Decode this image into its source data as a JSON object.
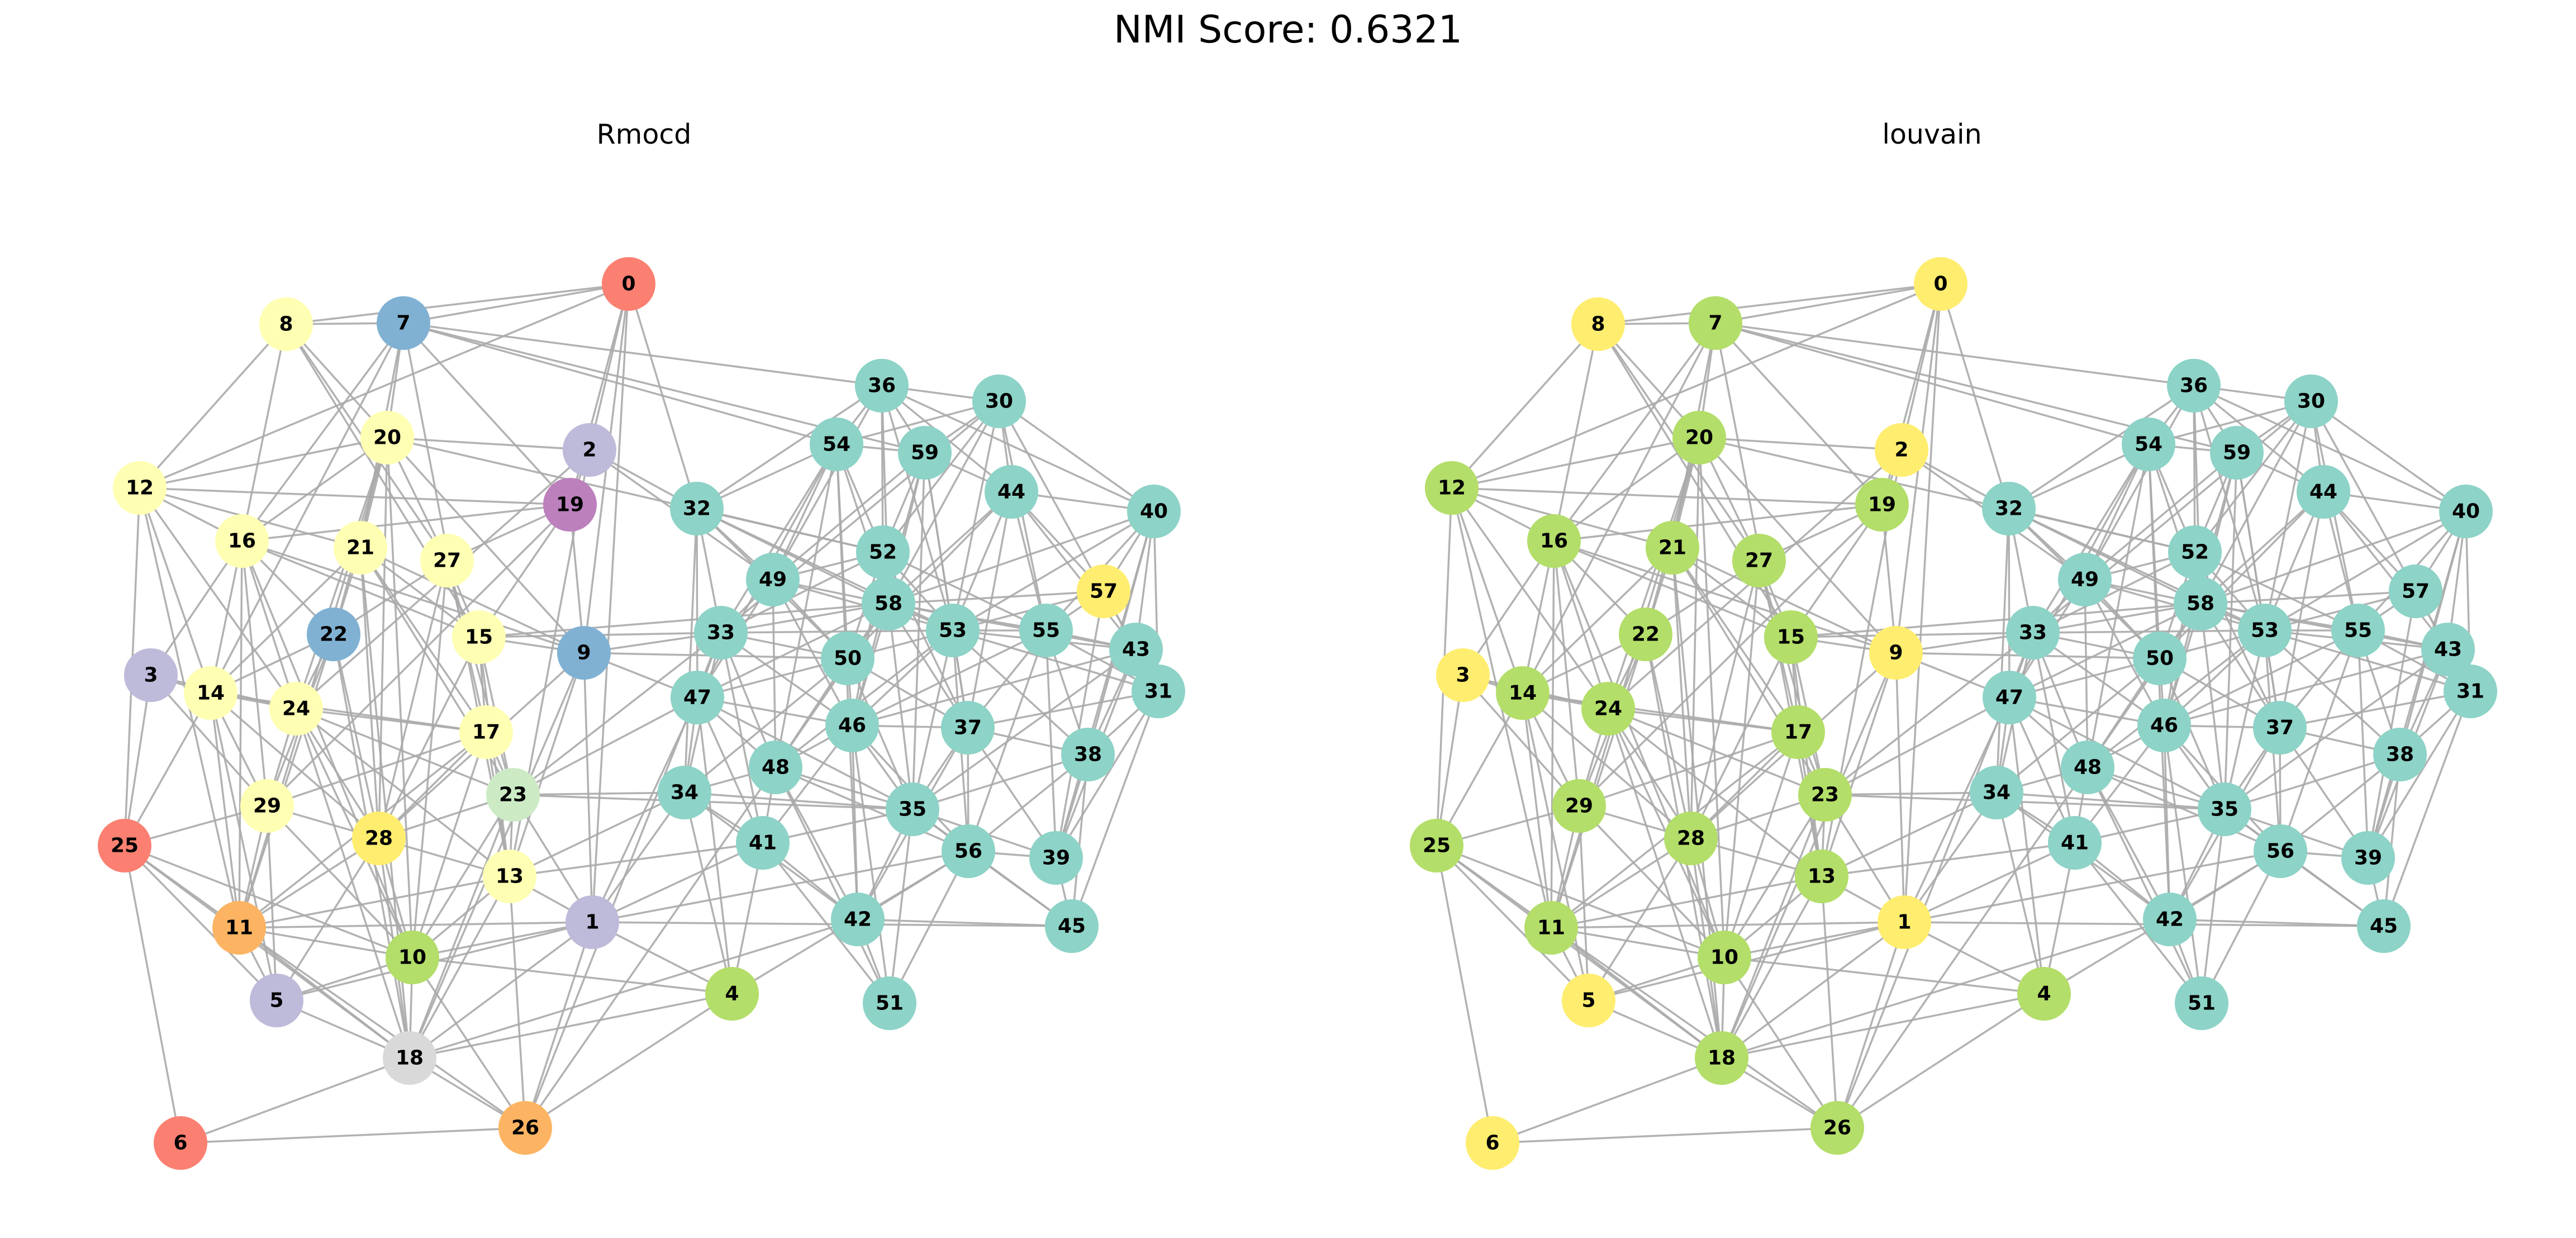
{
  "title": "NMI Score: 0.6321",
  "panels": [
    {
      "title": "Rmocd"
    },
    {
      "title": "louvain"
    }
  ],
  "palette": {
    "teal": "#8dd3c7",
    "light_yellow": "#ffffb3",
    "lavender": "#bebada",
    "salmon": "#fb8072",
    "steel_blue": "#80b1d3",
    "orange": "#fdb462",
    "lime": "#b3de69",
    "gray": "#d9d9d9",
    "purple": "#bc80bd",
    "mint": "#ccebc5",
    "yellow": "#ffed6f",
    "edge": "#aaaaaa"
  },
  "nodes": [
    {
      "id": "0",
      "rmocd": "#fb8072",
      "louvain": "#ffed6f"
    },
    {
      "id": "1",
      "rmocd": "#bebada",
      "louvain": "#ffed6f"
    },
    {
      "id": "2",
      "rmocd": "#bebada",
      "louvain": "#ffed6f"
    },
    {
      "id": "3",
      "rmocd": "#bebada",
      "louvain": "#ffed6f"
    },
    {
      "id": "4",
      "rmocd": "#b3de69",
      "louvain": "#b3de69"
    },
    {
      "id": "5",
      "rmocd": "#bebada",
      "louvain": "#ffed6f"
    },
    {
      "id": "6",
      "rmocd": "#fb8072",
      "louvain": "#ffed6f"
    },
    {
      "id": "7",
      "rmocd": "#80b1d3",
      "louvain": "#b3de69"
    },
    {
      "id": "8",
      "rmocd": "#ffffb3",
      "louvain": "#ffed6f"
    },
    {
      "id": "9",
      "rmocd": "#80b1d3",
      "louvain": "#ffed6f"
    },
    {
      "id": "10",
      "rmocd": "#b3de69",
      "louvain": "#b3de69"
    },
    {
      "id": "11",
      "rmocd": "#fdb462",
      "louvain": "#b3de69"
    },
    {
      "id": "12",
      "rmocd": "#ffffb3",
      "louvain": "#b3de69"
    },
    {
      "id": "13",
      "rmocd": "#ffffb3",
      "louvain": "#b3de69"
    },
    {
      "id": "14",
      "rmocd": "#ffffb3",
      "louvain": "#b3de69"
    },
    {
      "id": "15",
      "rmocd": "#ffffb3",
      "louvain": "#b3de69"
    },
    {
      "id": "16",
      "rmocd": "#ffffb3",
      "louvain": "#b3de69"
    },
    {
      "id": "17",
      "rmocd": "#ffffb3",
      "louvain": "#b3de69"
    },
    {
      "id": "18",
      "rmocd": "#d9d9d9",
      "louvain": "#b3de69"
    },
    {
      "id": "19",
      "rmocd": "#bc80bd",
      "louvain": "#b3de69"
    },
    {
      "id": "20",
      "rmocd": "#ffffb3",
      "louvain": "#b3de69"
    },
    {
      "id": "21",
      "rmocd": "#ffffb3",
      "louvain": "#b3de69"
    },
    {
      "id": "22",
      "rmocd": "#80b1d3",
      "louvain": "#b3de69"
    },
    {
      "id": "23",
      "rmocd": "#ccebc5",
      "louvain": "#b3de69"
    },
    {
      "id": "24",
      "rmocd": "#ffffb3",
      "louvain": "#b3de69"
    },
    {
      "id": "25",
      "rmocd": "#fb8072",
      "louvain": "#b3de69"
    },
    {
      "id": "26",
      "rmocd": "#fdb462",
      "louvain": "#b3de69"
    },
    {
      "id": "27",
      "rmocd": "#ffffb3",
      "louvain": "#b3de69"
    },
    {
      "id": "28",
      "rmocd": "#ffed6f",
      "louvain": "#b3de69"
    },
    {
      "id": "29",
      "rmocd": "#ffffb3",
      "louvain": "#b3de69"
    },
    {
      "id": "30",
      "rmocd": "#8dd3c7",
      "louvain": "#8dd3c7"
    },
    {
      "id": "31",
      "rmocd": "#8dd3c7",
      "louvain": "#8dd3c7"
    },
    {
      "id": "32",
      "rmocd": "#8dd3c7",
      "louvain": "#8dd3c7"
    },
    {
      "id": "33",
      "rmocd": "#8dd3c7",
      "louvain": "#8dd3c7"
    },
    {
      "id": "34",
      "rmocd": "#8dd3c7",
      "louvain": "#8dd3c7"
    },
    {
      "id": "35",
      "rmocd": "#8dd3c7",
      "louvain": "#8dd3c7"
    },
    {
      "id": "36",
      "rmocd": "#8dd3c7",
      "louvain": "#8dd3c7"
    },
    {
      "id": "37",
      "rmocd": "#8dd3c7",
      "louvain": "#8dd3c7"
    },
    {
      "id": "38",
      "rmocd": "#8dd3c7",
      "louvain": "#8dd3c7"
    },
    {
      "id": "39",
      "rmocd": "#8dd3c7",
      "louvain": "#8dd3c7"
    },
    {
      "id": "40",
      "rmocd": "#8dd3c7",
      "louvain": "#8dd3c7"
    },
    {
      "id": "41",
      "rmocd": "#8dd3c7",
      "louvain": "#8dd3c7"
    },
    {
      "id": "42",
      "rmocd": "#8dd3c7",
      "louvain": "#8dd3c7"
    },
    {
      "id": "43",
      "rmocd": "#8dd3c7",
      "louvain": "#8dd3c7"
    },
    {
      "id": "44",
      "rmocd": "#8dd3c7",
      "louvain": "#8dd3c7"
    },
    {
      "id": "45",
      "rmocd": "#8dd3c7",
      "louvain": "#8dd3c7"
    },
    {
      "id": "46",
      "rmocd": "#8dd3c7",
      "louvain": "#8dd3c7"
    },
    {
      "id": "47",
      "rmocd": "#8dd3c7",
      "louvain": "#8dd3c7"
    },
    {
      "id": "48",
      "rmocd": "#8dd3c7",
      "louvain": "#8dd3c7"
    },
    {
      "id": "49",
      "rmocd": "#8dd3c7",
      "louvain": "#8dd3c7"
    },
    {
      "id": "50",
      "rmocd": "#8dd3c7",
      "louvain": "#8dd3c7"
    },
    {
      "id": "51",
      "rmocd": "#8dd3c7",
      "louvain": "#8dd3c7"
    },
    {
      "id": "52",
      "rmocd": "#8dd3c7",
      "louvain": "#8dd3c7"
    },
    {
      "id": "53",
      "rmocd": "#8dd3c7",
      "louvain": "#8dd3c7"
    },
    {
      "id": "54",
      "rmocd": "#8dd3c7",
      "louvain": "#8dd3c7"
    },
    {
      "id": "55",
      "rmocd": "#8dd3c7",
      "louvain": "#8dd3c7"
    },
    {
      "id": "56",
      "rmocd": "#8dd3c7",
      "louvain": "#8dd3c7"
    },
    {
      "id": "57",
      "rmocd": "#ffed6f",
      "louvain": "#8dd3c7"
    },
    {
      "id": "58",
      "rmocd": "#8dd3c7",
      "louvain": "#8dd3c7"
    },
    {
      "id": "59",
      "rmocd": "#8dd3c7",
      "louvain": "#8dd3c7"
    }
  ],
  "edges": [
    [
      "0",
      "8"
    ],
    [
      "0",
      "7"
    ],
    [
      "0",
      "2"
    ],
    [
      "0",
      "19"
    ],
    [
      "0",
      "9"
    ],
    [
      "0",
      "12"
    ],
    [
      "0",
      "1"
    ],
    [
      "0",
      "32"
    ],
    [
      "8",
      "7"
    ],
    [
      "8",
      "12"
    ],
    [
      "8",
      "16"
    ],
    [
      "8",
      "15"
    ],
    [
      "8",
      "9"
    ],
    [
      "8",
      "27"
    ],
    [
      "7",
      "20"
    ],
    [
      "7",
      "21"
    ],
    [
      "7",
      "19"
    ],
    [
      "7",
      "36"
    ],
    [
      "7",
      "54"
    ],
    [
      "7",
      "16"
    ],
    [
      "7",
      "14"
    ],
    [
      "7",
      "13"
    ],
    [
      "7",
      "59"
    ],
    [
      "2",
      "20"
    ],
    [
      "2",
      "19"
    ],
    [
      "2",
      "24"
    ],
    [
      "2",
      "32"
    ],
    [
      "2",
      "13"
    ],
    [
      "2",
      "49"
    ],
    [
      "19",
      "16"
    ],
    [
      "19",
      "15"
    ],
    [
      "19",
      "9"
    ],
    [
      "19",
      "29"
    ],
    [
      "19",
      "12"
    ],
    [
      "19",
      "27"
    ],
    [
      "20",
      "16"
    ],
    [
      "20",
      "21"
    ],
    [
      "20",
      "27"
    ],
    [
      "20",
      "22"
    ],
    [
      "20",
      "28"
    ],
    [
      "20",
      "10"
    ],
    [
      "20",
      "52"
    ],
    [
      "20",
      "11"
    ],
    [
      "20",
      "12"
    ],
    [
      "20",
      "24"
    ],
    [
      "12",
      "16"
    ],
    [
      "12",
      "14"
    ],
    [
      "12",
      "21"
    ],
    [
      "12",
      "25"
    ],
    [
      "12",
      "11"
    ],
    [
      "12",
      "24"
    ],
    [
      "16",
      "14"
    ],
    [
      "16",
      "24"
    ],
    [
      "16",
      "29"
    ],
    [
      "16",
      "22"
    ],
    [
      "16",
      "15"
    ],
    [
      "16",
      "11"
    ],
    [
      "16",
      "10"
    ],
    [
      "16",
      "3"
    ],
    [
      "16",
      "9"
    ],
    [
      "21",
      "22"
    ],
    [
      "21",
      "23"
    ],
    [
      "21",
      "18"
    ],
    [
      "21",
      "28"
    ],
    [
      "21",
      "14"
    ],
    [
      "21",
      "15"
    ],
    [
      "21",
      "9"
    ],
    [
      "21",
      "17"
    ],
    [
      "27",
      "15"
    ],
    [
      "27",
      "17"
    ],
    [
      "27",
      "23"
    ],
    [
      "27",
      "10"
    ],
    [
      "27",
      "28"
    ],
    [
      "27",
      "22"
    ],
    [
      "22",
      "24"
    ],
    [
      "22",
      "28"
    ],
    [
      "22",
      "18"
    ],
    [
      "22",
      "29"
    ],
    [
      "22",
      "14"
    ],
    [
      "22",
      "11"
    ],
    [
      "3",
      "14"
    ],
    [
      "3",
      "24"
    ],
    [
      "3",
      "25"
    ],
    [
      "3",
      "29"
    ],
    [
      "14",
      "24"
    ],
    [
      "14",
      "29"
    ],
    [
      "14",
      "11"
    ],
    [
      "14",
      "28"
    ],
    [
      "14",
      "17"
    ],
    [
      "14",
      "5"
    ],
    [
      "14",
      "25"
    ],
    [
      "24",
      "28"
    ],
    [
      "24",
      "29"
    ],
    [
      "24",
      "10"
    ],
    [
      "24",
      "17"
    ],
    [
      "24",
      "13"
    ],
    [
      "24",
      "18"
    ],
    [
      "24",
      "23"
    ],
    [
      "15",
      "17"
    ],
    [
      "15",
      "9"
    ],
    [
      "15",
      "13"
    ],
    [
      "15",
      "23"
    ],
    [
      "15",
      "28"
    ],
    [
      "15",
      "33"
    ],
    [
      "15",
      "58"
    ],
    [
      "17",
      "13"
    ],
    [
      "17",
      "23"
    ],
    [
      "17",
      "10"
    ],
    [
      "17",
      "11"
    ],
    [
      "17",
      "29"
    ],
    [
      "17",
      "28"
    ],
    [
      "9",
      "1"
    ],
    [
      "9",
      "13"
    ],
    [
      "9",
      "33"
    ],
    [
      "9",
      "47"
    ],
    [
      "9",
      "50"
    ],
    [
      "9",
      "18"
    ],
    [
      "9",
      "28"
    ],
    [
      "29",
      "11"
    ],
    [
      "29",
      "28"
    ],
    [
      "29",
      "5"
    ],
    [
      "29",
      "10"
    ],
    [
      "29",
      "25"
    ],
    [
      "28",
      "11"
    ],
    [
      "28",
      "10"
    ],
    [
      "28",
      "18"
    ],
    [
      "28",
      "13"
    ],
    [
      "28",
      "5"
    ],
    [
      "28",
      "23"
    ],
    [
      "23",
      "13"
    ],
    [
      "23",
      "10"
    ],
    [
      "23",
      "18"
    ],
    [
      "23",
      "34"
    ],
    [
      "23",
      "47"
    ],
    [
      "23",
      "33"
    ],
    [
      "23",
      "35"
    ],
    [
      "23",
      "1"
    ],
    [
      "13",
      "10"
    ],
    [
      "13",
      "1"
    ],
    [
      "13",
      "18"
    ],
    [
      "13",
      "11"
    ],
    [
      "13",
      "34"
    ],
    [
      "13",
      "41"
    ],
    [
      "13",
      "26"
    ],
    [
      "25",
      "11"
    ],
    [
      "25",
      "5"
    ],
    [
      "25",
      "6"
    ],
    [
      "25",
      "18"
    ],
    [
      "25",
      "10"
    ],
    [
      "11",
      "10"
    ],
    [
      "11",
      "5"
    ],
    [
      "11",
      "18"
    ],
    [
      "11",
      "26"
    ],
    [
      "11",
      "1"
    ],
    [
      "10",
      "18"
    ],
    [
      "10",
      "5"
    ],
    [
      "10",
      "1"
    ],
    [
      "10",
      "4"
    ],
    [
      "10",
      "26"
    ],
    [
      "5",
      "18"
    ],
    [
      "5",
      "1"
    ],
    [
      "18",
      "26"
    ],
    [
      "18",
      "6"
    ],
    [
      "18",
      "4"
    ],
    [
      "18",
      "42"
    ],
    [
      "18",
      "1"
    ],
    [
      "6",
      "26"
    ],
    [
      "26",
      "1"
    ],
    [
      "26",
      "33"
    ],
    [
      "26",
      "4"
    ],
    [
      "26",
      "48"
    ],
    [
      "1",
      "47"
    ],
    [
      "1",
      "34"
    ],
    [
      "1",
      "41"
    ],
    [
      "1",
      "4"
    ],
    [
      "1",
      "56"
    ],
    [
      "1",
      "45"
    ],
    [
      "4",
      "34"
    ],
    [
      "4",
      "41"
    ],
    [
      "4",
      "56"
    ],
    [
      "4",
      "47"
    ],
    [
      "36",
      "54"
    ],
    [
      "36",
      "59"
    ],
    [
      "36",
      "30"
    ],
    [
      "36",
      "40"
    ],
    [
      "36",
      "52"
    ],
    [
      "36",
      "58"
    ],
    [
      "36",
      "44"
    ],
    [
      "36",
      "32"
    ],
    [
      "36",
      "49"
    ],
    [
      "36",
      "53"
    ],
    [
      "30",
      "54"
    ],
    [
      "30",
      "59"
    ],
    [
      "30",
      "40"
    ],
    [
      "30",
      "44"
    ],
    [
      "30",
      "57"
    ],
    [
      "30",
      "53"
    ],
    [
      "30",
      "58"
    ],
    [
      "30",
      "55"
    ],
    [
      "30",
      "52"
    ],
    [
      "30",
      "33"
    ],
    [
      "54",
      "59"
    ],
    [
      "54",
      "32"
    ],
    [
      "54",
      "49"
    ],
    [
      "54",
      "52"
    ],
    [
      "54",
      "58"
    ],
    [
      "54",
      "33"
    ],
    [
      "54",
      "47"
    ],
    [
      "54",
      "50"
    ],
    [
      "54",
      "48"
    ],
    [
      "54",
      "42"
    ],
    [
      "59",
      "44"
    ],
    [
      "59",
      "52"
    ],
    [
      "59",
      "58"
    ],
    [
      "59",
      "53"
    ],
    [
      "59",
      "49"
    ],
    [
      "59",
      "46"
    ],
    [
      "59",
      "37"
    ],
    [
      "59",
      "35"
    ],
    [
      "44",
      "40"
    ],
    [
      "44",
      "55"
    ],
    [
      "44",
      "58"
    ],
    [
      "44",
      "53"
    ],
    [
      "44",
      "57"
    ],
    [
      "44",
      "43"
    ],
    [
      "44",
      "37"
    ],
    [
      "44",
      "50"
    ],
    [
      "40",
      "57"
    ],
    [
      "40",
      "55"
    ],
    [
      "40",
      "43"
    ],
    [
      "40",
      "31"
    ],
    [
      "40",
      "53"
    ],
    [
      "40",
      "38"
    ],
    [
      "40",
      "39"
    ],
    [
      "40",
      "58"
    ],
    [
      "32",
      "49"
    ],
    [
      "32",
      "33"
    ],
    [
      "32",
      "52"
    ],
    [
      "32",
      "58"
    ],
    [
      "32",
      "47"
    ],
    [
      "32",
      "50"
    ],
    [
      "32",
      "34"
    ],
    [
      "32",
      "53"
    ],
    [
      "49",
      "52"
    ],
    [
      "49",
      "58"
    ],
    [
      "49",
      "33"
    ],
    [
      "49",
      "50"
    ],
    [
      "49",
      "47"
    ],
    [
      "49",
      "46"
    ],
    [
      "49",
      "53"
    ],
    [
      "49",
      "48"
    ],
    [
      "52",
      "58"
    ],
    [
      "52",
      "53"
    ],
    [
      "52",
      "50"
    ],
    [
      "52",
      "46"
    ],
    [
      "52",
      "37"
    ],
    [
      "52",
      "55"
    ],
    [
      "52",
      "33"
    ],
    [
      "58",
      "53"
    ],
    [
      "58",
      "50"
    ],
    [
      "58",
      "46"
    ],
    [
      "58",
      "33"
    ],
    [
      "58",
      "47"
    ],
    [
      "58",
      "55"
    ],
    [
      "58",
      "57"
    ],
    [
      "58",
      "37"
    ],
    [
      "58",
      "48"
    ],
    [
      "58",
      "35"
    ],
    [
      "58",
      "43"
    ],
    [
      "57",
      "55"
    ],
    [
      "57",
      "43"
    ],
    [
      "57",
      "53"
    ],
    [
      "57",
      "31"
    ],
    [
      "57",
      "39"
    ],
    [
      "55",
      "43"
    ],
    [
      "55",
      "53"
    ],
    [
      "55",
      "31"
    ],
    [
      "55",
      "37"
    ],
    [
      "55",
      "38"
    ],
    [
      "55",
      "39"
    ],
    [
      "55",
      "56"
    ],
    [
      "55",
      "46"
    ],
    [
      "43",
      "31"
    ],
    [
      "43",
      "53"
    ],
    [
      "43",
      "38"
    ],
    [
      "43",
      "39"
    ],
    [
      "43",
      "35"
    ],
    [
      "43",
      "46"
    ],
    [
      "31",
      "38"
    ],
    [
      "31",
      "39"
    ],
    [
      "31",
      "45"
    ],
    [
      "31",
      "53"
    ],
    [
      "31",
      "37"
    ],
    [
      "33",
      "47"
    ],
    [
      "33",
      "50"
    ],
    [
      "33",
      "46"
    ],
    [
      "33",
      "48"
    ],
    [
      "33",
      "34"
    ],
    [
      "33",
      "53"
    ],
    [
      "33",
      "41"
    ],
    [
      "53",
      "50"
    ],
    [
      "53",
      "46"
    ],
    [
      "53",
      "37"
    ],
    [
      "53",
      "35"
    ],
    [
      "53",
      "56"
    ],
    [
      "53",
      "48"
    ],
    [
      "53",
      "38"
    ],
    [
      "50",
      "47"
    ],
    [
      "50",
      "46"
    ],
    [
      "50",
      "48"
    ],
    [
      "50",
      "37"
    ],
    [
      "50",
      "35"
    ],
    [
      "50",
      "34"
    ],
    [
      "47",
      "48"
    ],
    [
      "47",
      "34"
    ],
    [
      "47",
      "46"
    ],
    [
      "47",
      "41"
    ],
    [
      "47",
      "35"
    ],
    [
      "46",
      "48"
    ],
    [
      "46",
      "37"
    ],
    [
      "46",
      "35"
    ],
    [
      "46",
      "42"
    ],
    [
      "46",
      "56"
    ],
    [
      "46",
      "41"
    ],
    [
      "46",
      "51"
    ],
    [
      "37",
      "35"
    ],
    [
      "37",
      "56"
    ],
    [
      "37",
      "38"
    ],
    [
      "37",
      "39"
    ],
    [
      "37",
      "42"
    ],
    [
      "38",
      "39"
    ],
    [
      "38",
      "56"
    ],
    [
      "38",
      "45"
    ],
    [
      "38",
      "35"
    ],
    [
      "48",
      "34"
    ],
    [
      "48",
      "41"
    ],
    [
      "48",
      "35"
    ],
    [
      "48",
      "42"
    ],
    [
      "48",
      "51"
    ],
    [
      "48",
      "56"
    ],
    [
      "34",
      "41"
    ],
    [
      "34",
      "42"
    ],
    [
      "34",
      "35"
    ],
    [
      "35",
      "56"
    ],
    [
      "35",
      "42"
    ],
    [
      "35",
      "39"
    ],
    [
      "35",
      "51"
    ],
    [
      "35",
      "41"
    ],
    [
      "35",
      "45"
    ],
    [
      "56",
      "39"
    ],
    [
      "56",
      "45"
    ],
    [
      "56",
      "42"
    ],
    [
      "56",
      "51"
    ],
    [
      "39",
      "45"
    ],
    [
      "41",
      "42"
    ],
    [
      "41",
      "51"
    ],
    [
      "42",
      "51"
    ],
    [
      "42",
      "45"
    ]
  ]
}
